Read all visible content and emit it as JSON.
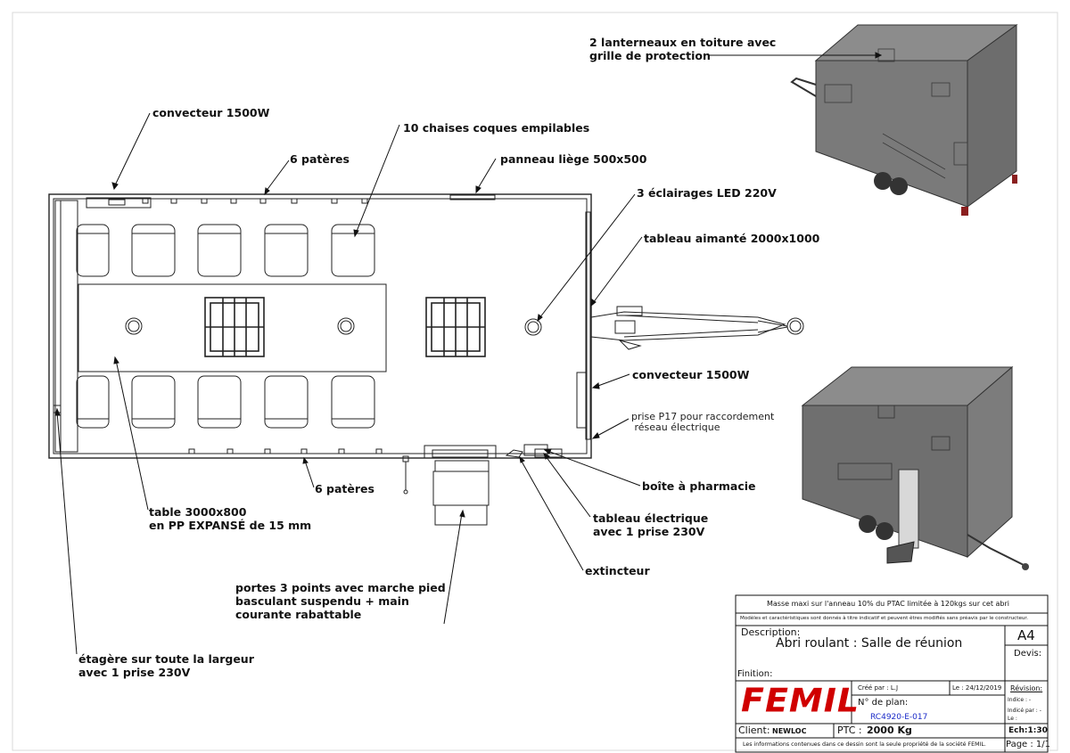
{
  "annotations": {
    "convecteur_top": "convecteur 1500W",
    "chaises": "10 chaises coques empilables",
    "pateres_top": "6 patères",
    "panneau": "panneau liège 500x500",
    "eclairages": "3 éclairages LED 220V",
    "tableau_aimante": "tableau aimanté 2000x1000",
    "convecteur_right": "convecteur 1500W",
    "prise_p17": "prise P17 pour raccordement\n réseau électrique",
    "pharmacie": "boîte à pharmacie",
    "tableau_electrique": "tableau électrique\navec 1 prise 230V",
    "extincteur": "extincteur",
    "pateres_bottom": "6 patères",
    "table": "table 3000x800\nen PP EXPANSÉ de 15 mm",
    "portes": "portes 3 points avec marche pied\nbasculant suspendu + main\ncourante rabattable",
    "etagere": "étagère sur toute la largeur\navec 1 prise 230V",
    "lanterneaux": "2 lanterneaux en toiture avec\ngrille de protection"
  },
  "title_block": {
    "masse": "Masse maxi sur l'anneau 10% du PTAC limitée à 120kgs sur cet abri",
    "modeles": "Modèles et caractéristiques sont donnés à titre indicatif et peuvent êtres modifiés sans préavis par le constructeur.",
    "description_label": "Description:",
    "description": "Abri roulant : Salle de réunion",
    "format": "A4",
    "devis": "Devis:",
    "finition": "Finition:",
    "logo": "FEMIL",
    "cree_par": "Créé par : L.J",
    "date": "Le : 24/12/2019",
    "revision": "Révision:",
    "plan_label": "N° de plan:",
    "plan_number": "RC4920-E-017",
    "indice": "Indice : -",
    "indice_par": "Indicé par : -",
    "le": "Le :",
    "client_label": "Client:",
    "client": "NEWLOC",
    "ptc_label": "PTC :",
    "ptc": "2000 Kg",
    "echelle": "Ech:1:30",
    "propriete": "Les informations contenues dans ce dessin sont la seule propriété de la société FEMIL.",
    "page": "Page : 1/1"
  },
  "colors": {
    "logo_red": "#d00000",
    "plan_blue": "#1a2ac8"
  }
}
